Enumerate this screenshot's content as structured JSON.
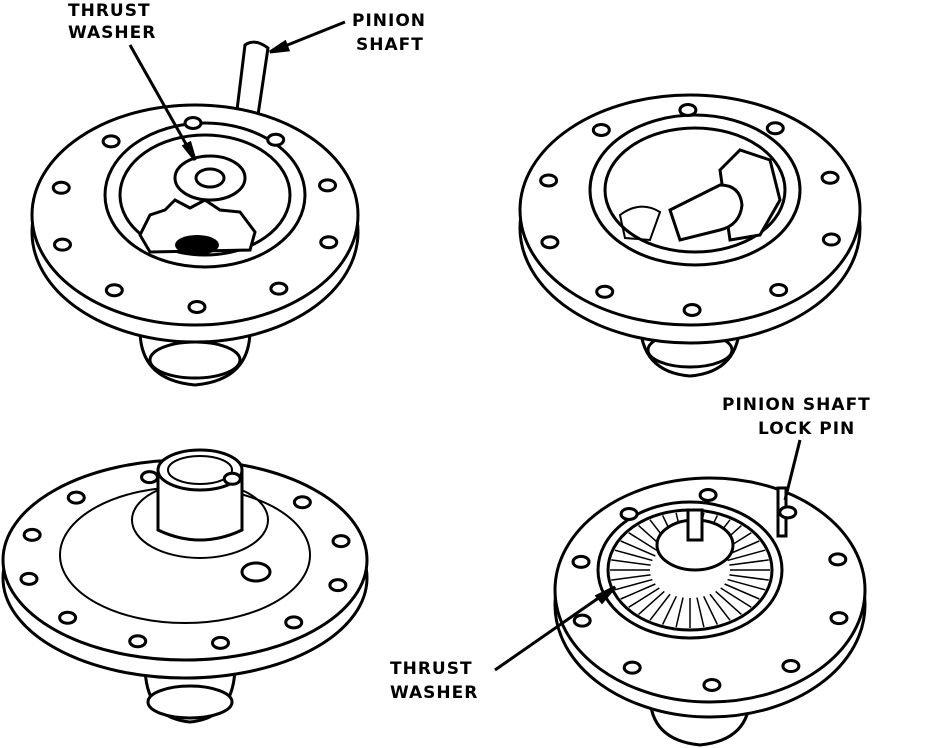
{
  "labels": {
    "top_left_thrust_washer": [
      "THRUST",
      "WASHER"
    ],
    "pinion_shaft": [
      "PINION",
      "SHAFT"
    ],
    "lock_pin": [
      "PINION SHAFT",
      "LOCK PIN"
    ],
    "bottom_thrust_washer": [
      "THRUST",
      "WASHER"
    ]
  },
  "colors": {
    "ink": "#000000",
    "paper": "#ffffff"
  }
}
